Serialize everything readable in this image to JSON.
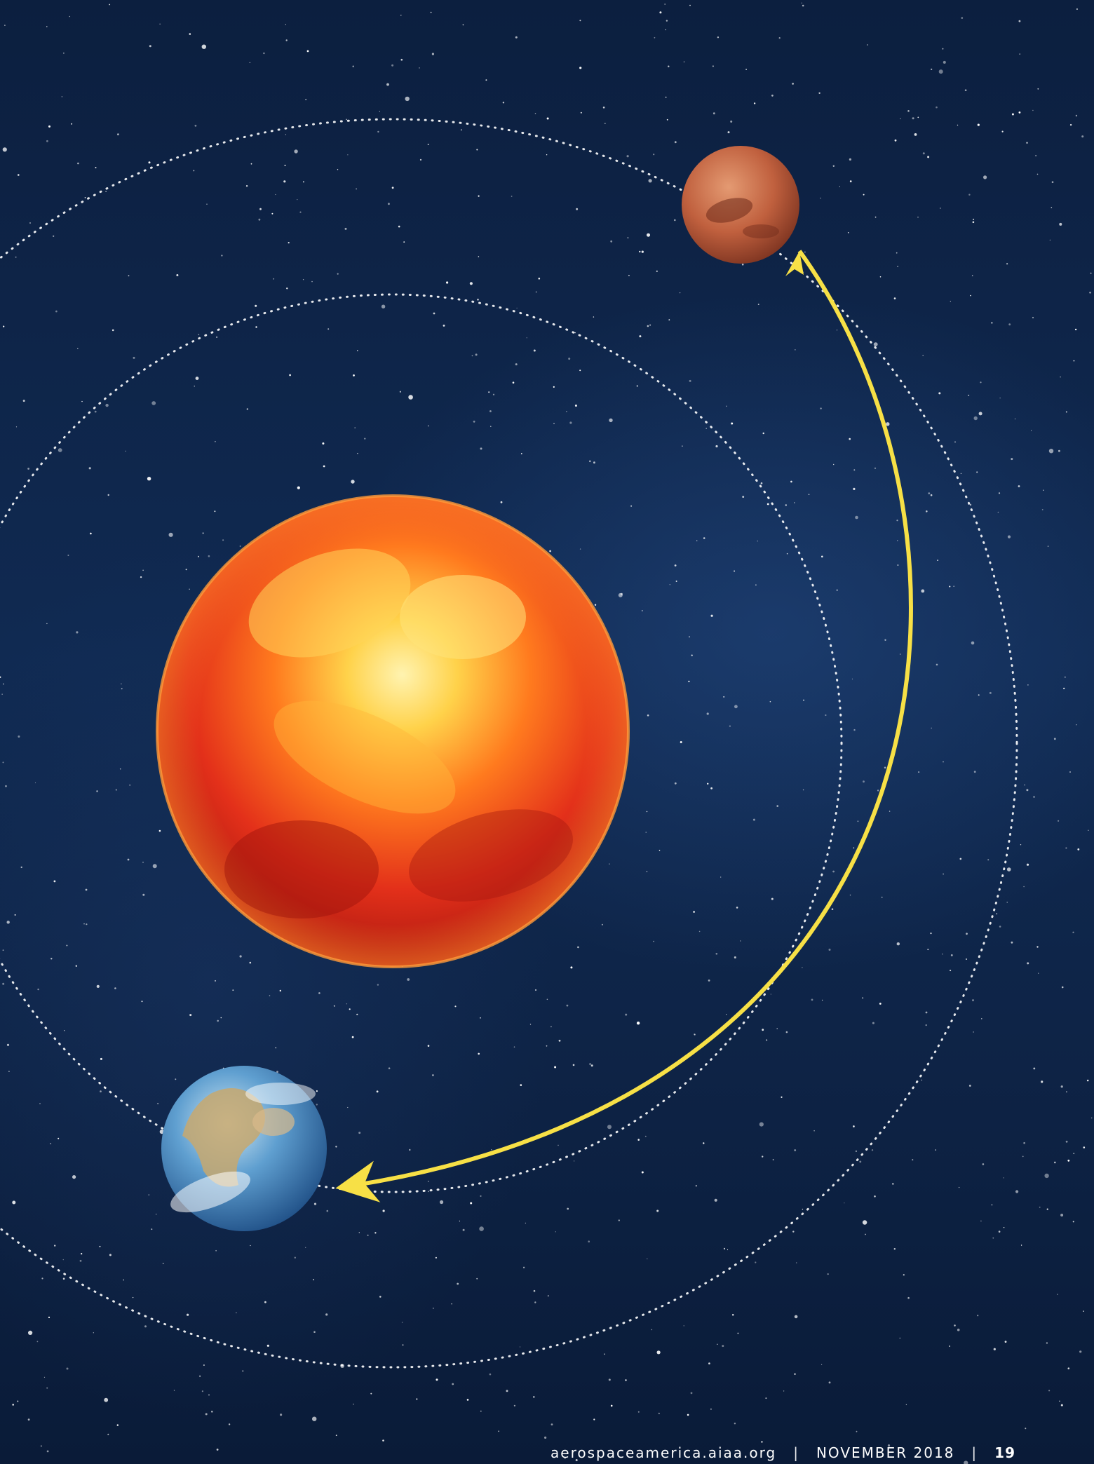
{
  "footer": {
    "website": "aerospaceamerica.aiaa.org",
    "separator": "|",
    "issue": "NOVEMBER 2018",
    "page_number": "19"
  },
  "colors": {
    "background": "#0f2750",
    "transfer_arrow": "#f7e046",
    "orbit_dots": "#ffffff",
    "sun": "#e8321a",
    "mars": "#c0603e",
    "earth": "#3f7fb8"
  },
  "illustration": {
    "bodies": [
      "sun-icon",
      "mars-icon",
      "earth-icon"
    ],
    "orbits": [
      "earth-orbit",
      "mars-orbit"
    ],
    "transfer": "mars-to-earth-transfer-arrow"
  }
}
